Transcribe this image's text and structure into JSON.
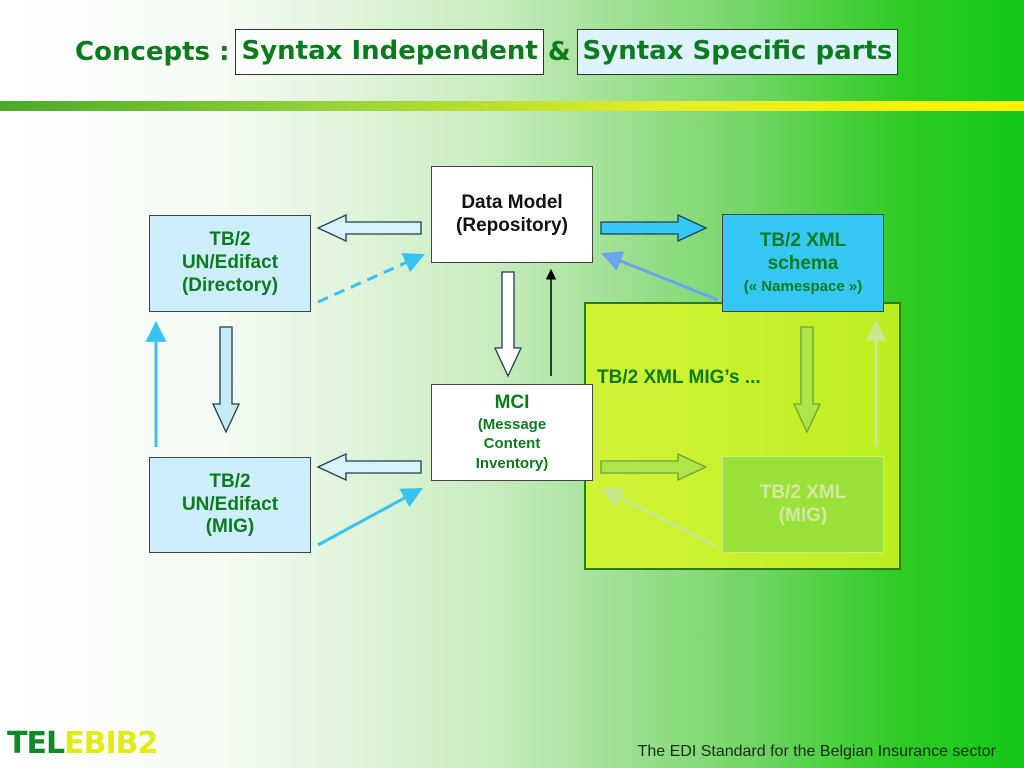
{
  "title": {
    "prefix": "Concepts :",
    "box1": "Syntax Independent",
    "amp": "&",
    "box2": "Syntax Specific parts"
  },
  "boxes": {
    "data_model": {
      "line1": "Data Model",
      "line2": "(Repository)"
    },
    "mci": {
      "line1": "MCI",
      "line2": "(Message",
      "line3": "Content",
      "line4": "Inventory)"
    },
    "directory": {
      "line1": "TB/2",
      "line2": "UN/Edifact",
      "line3": "(Directory)"
    },
    "edifact_mig": {
      "line1": "TB/2",
      "line2": "UN/Edifact",
      "line3": "(MIG)"
    },
    "xml_schema": {
      "line1": "TB/2 XML",
      "line2": "schema",
      "line3": "(« Namespace »)"
    },
    "xml_mig": {
      "line1": "TB/2 XML",
      "line2": "(MIG)"
    }
  },
  "group_label": "TB/2 XML MIG’s ...",
  "brand": {
    "part1": "TEL",
    "part2": "EBIB2"
  },
  "footer": "The EDI Standard for the Belgian Insurance sector",
  "colors": {
    "title_green": "#0c7a1e",
    "light_blue_box": "#cdeefb",
    "cyan_box": "#35c8f4",
    "yellow_group": "#dbf620",
    "arrow_blue": "#37c3f1"
  }
}
